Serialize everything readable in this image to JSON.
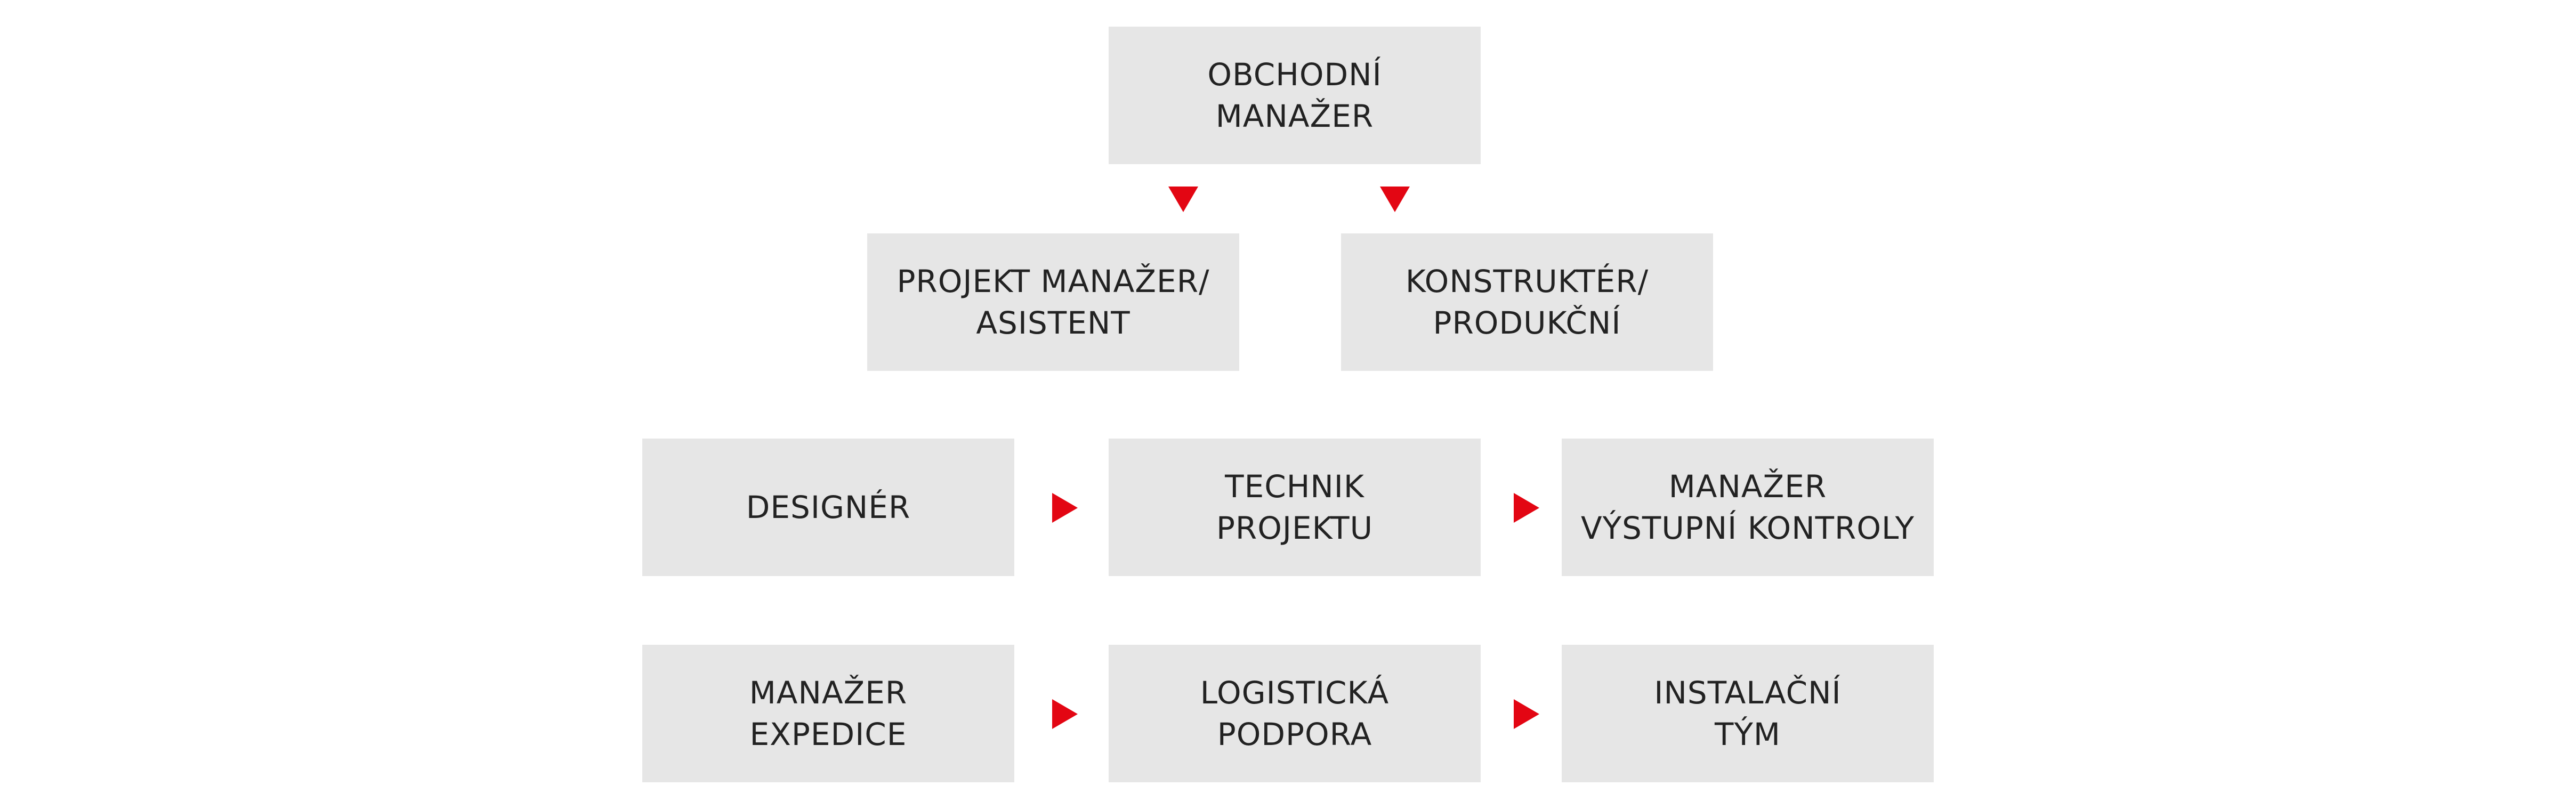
{
  "colors": {
    "box_fill": "#e6e6e6",
    "text": "#222222",
    "arrow": "#e30613",
    "background": "#ffffff"
  },
  "nodes": {
    "sales_manager": "OBCHODNÍ\nMANAŽER",
    "project_manager": "PROJEKT MANAŽER/\nASISTENT",
    "designer_producer": "KONSTRUKTÉR/\nPRODUKČNÍ",
    "designer": "DESIGNÉR",
    "project_technician": "TECHNIK\nPROJEKTU",
    "quality_manager": "MANAŽER\nVÝSTUPNÍ KONTROLY",
    "dispatch_manager": "MANAŽER\nEXPEDICE",
    "logistics": "LOGISTICKÁ\nPODPORA",
    "installation_team": "INSTALAČNÍ\nTÝM"
  }
}
